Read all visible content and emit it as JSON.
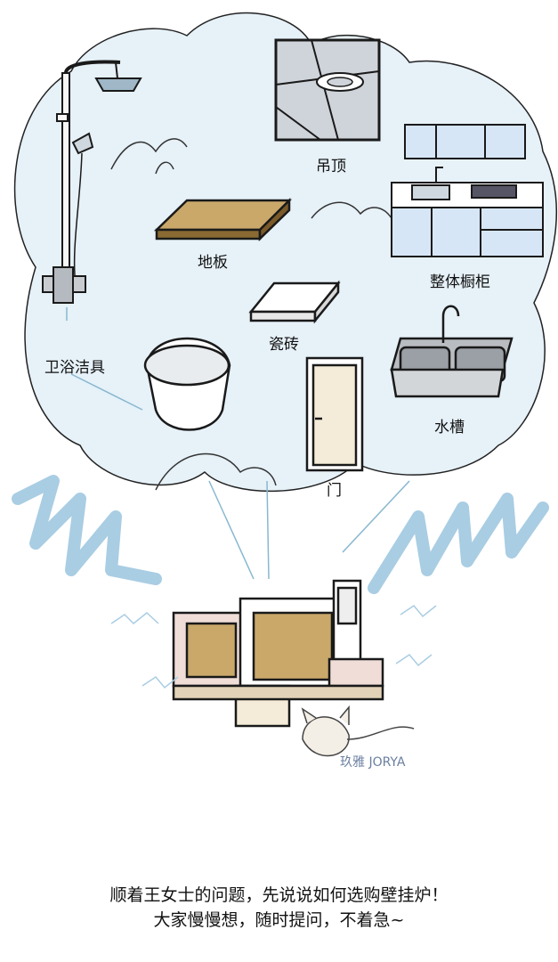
{
  "labels": {
    "ceiling": "吊顶",
    "floor": "地板",
    "cabinet": "整体橱柜",
    "tile": "瓷砖",
    "sanitary": "卫浴洁具",
    "sink": "水槽",
    "door": "门"
  },
  "watermark": "玖雅 JORYA",
  "caption": {
    "line1": "顺着王女士的问题，先说说如何选购壁挂炉！",
    "line2": "大家慢慢想，随时提问，不着急~"
  },
  "colors": {
    "cloud": "#e6f1f8",
    "squiggle": "#a9cde3",
    "floor_wood": "#c9a86a",
    "cabinet_blue": "#d6e6f6",
    "outline": "#1a1a1a"
  }
}
